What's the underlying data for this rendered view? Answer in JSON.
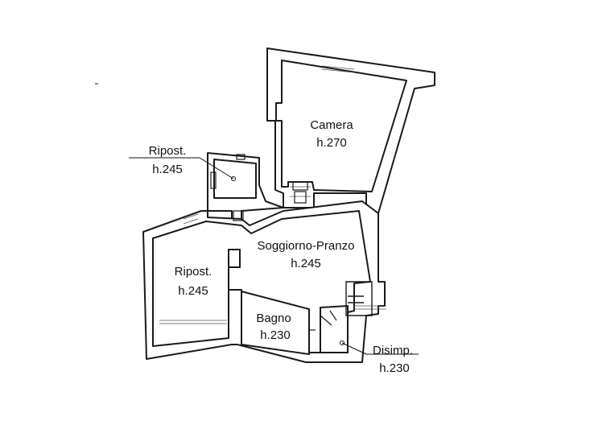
{
  "rooms": {
    "camera": {
      "name": "Camera",
      "height": "h.270"
    },
    "ripost_upper": {
      "name": "Ripost.",
      "height": "h.245"
    },
    "soggiorno": {
      "name": "Soggiorno-Pranzo",
      "height": "h.245"
    },
    "ripost_lower": {
      "name": "Ripost.",
      "height": "h.245"
    },
    "bagno": {
      "name": "Bagno",
      "height": "h.230"
    },
    "disimp": {
      "name": "Disimp.",
      "height": "h.230"
    }
  }
}
